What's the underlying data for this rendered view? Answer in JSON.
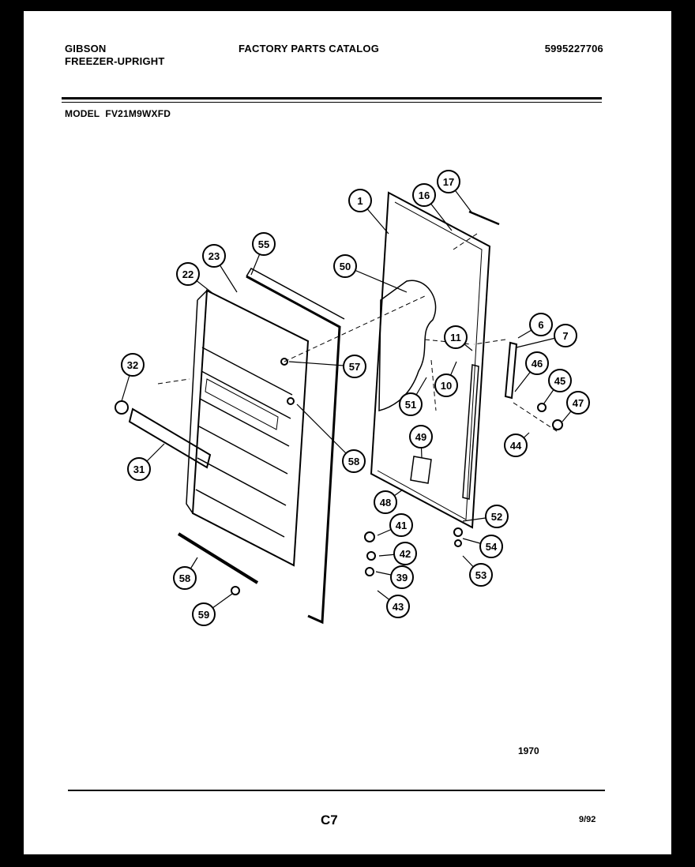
{
  "header": {
    "brand": "GIBSON",
    "product": "FREEZER-UPRIGHT",
    "catalog_title": "FACTORY PARTS CATALOG",
    "catalog_number": "5995227706",
    "model_label": "MODEL",
    "model_number": "FV21M9WXFD"
  },
  "callouts": [
    "1",
    "16",
    "17",
    "55",
    "23",
    "22",
    "50",
    "32",
    "57",
    "11",
    "10",
    "6",
    "7",
    "46",
    "45",
    "47",
    "51",
    "44",
    "49",
    "31",
    "58",
    "48",
    "52",
    "41",
    "54",
    "42",
    "39",
    "53",
    "43",
    "58",
    "59"
  ],
  "footer": {
    "figure_code": "1970",
    "page_code": "C7",
    "date": "9/92"
  }
}
